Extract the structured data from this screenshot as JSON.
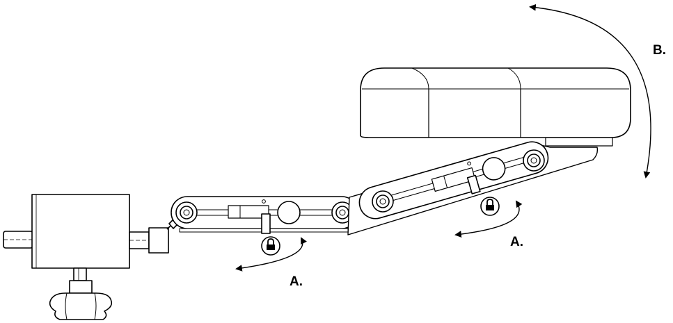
{
  "labels": {
    "lock_adjust_left": "A.",
    "lock_adjust_right": "A.",
    "rotation_arrow": "B."
  },
  "icons": {
    "lock_left": "lock-icon",
    "lock_right": "lock-icon"
  },
  "colors": {
    "line": "#000000",
    "background": "#ffffff"
  }
}
